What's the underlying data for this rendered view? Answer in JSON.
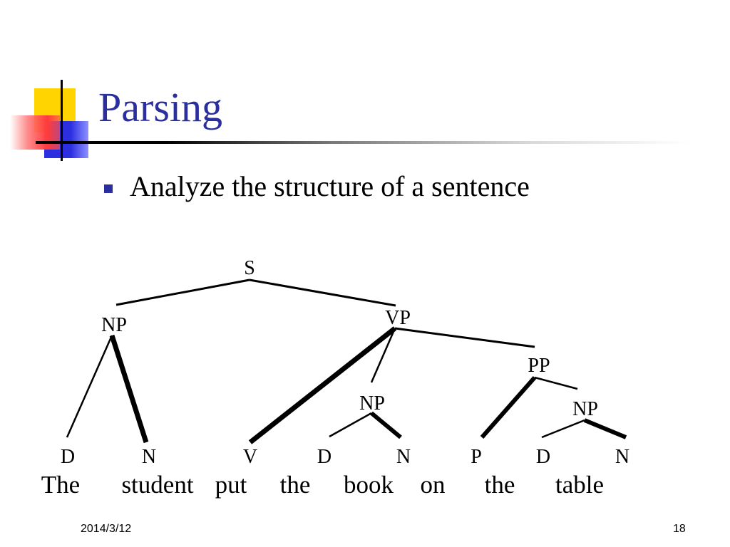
{
  "slide": {
    "title": "Parsing",
    "bullet": "Analyze the structure of a sentence",
    "footer_date": "2014/3/12",
    "page_number": "18"
  },
  "tree": {
    "root": "S",
    "phrases": [
      "NP",
      "VP",
      "NP",
      "PP",
      "NP"
    ],
    "pos_tags": [
      "D",
      "N",
      "V",
      "D",
      "N",
      "P",
      "D",
      "N"
    ],
    "words": [
      "The",
      "student",
      "put",
      "the",
      "book",
      "on",
      "the",
      "table"
    ]
  },
  "colors": {
    "title": "#2b2f9e",
    "bullet": "#2b2f9e",
    "deco_yellow": "#ffd400",
    "deco_blue": "#2c2fe0",
    "deco_red": "#ff3b3b"
  }
}
